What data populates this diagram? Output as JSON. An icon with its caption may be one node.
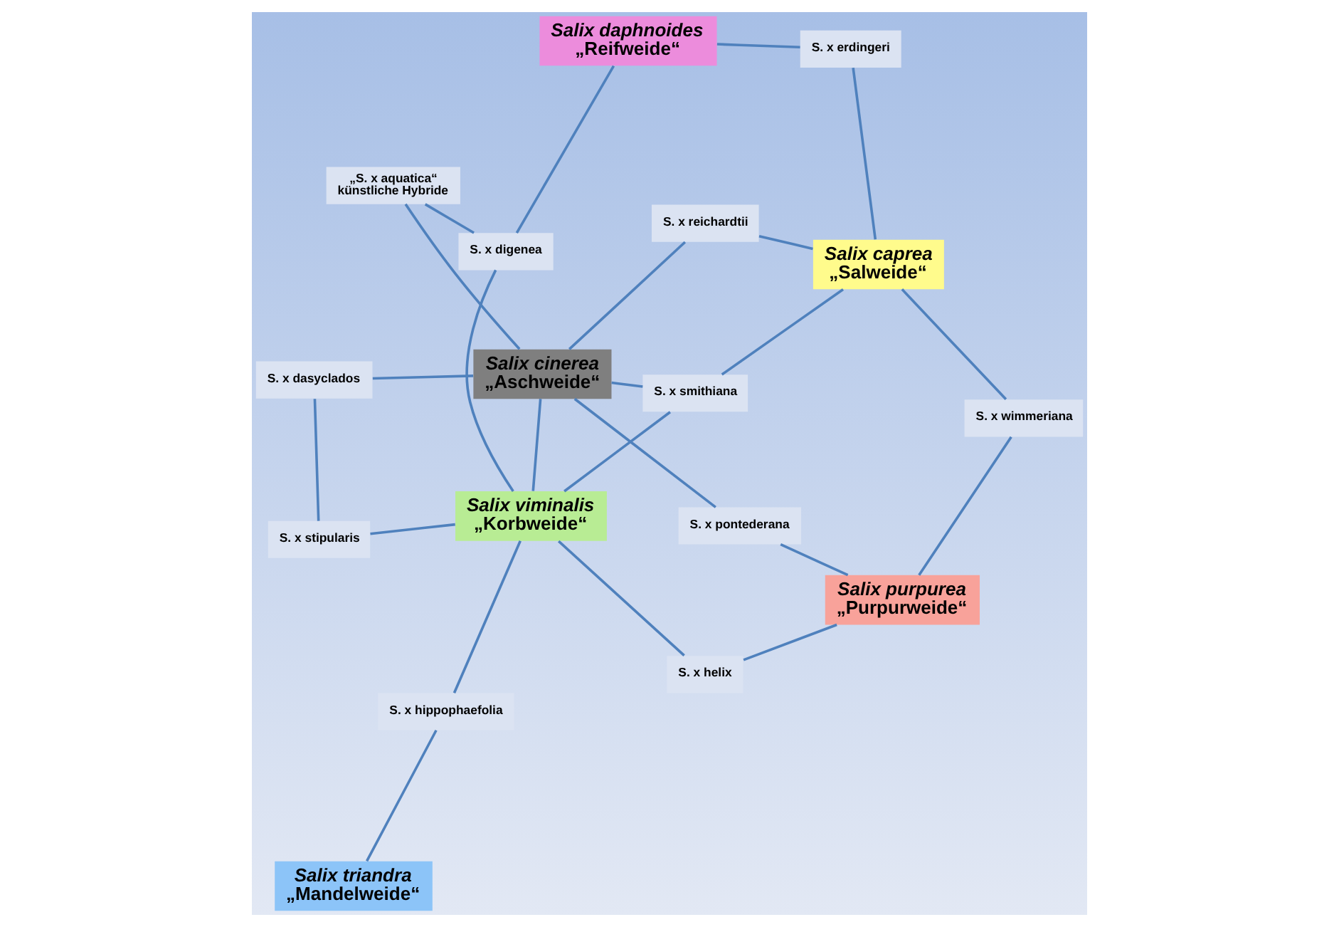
{
  "diagram": {
    "nodes": [
      {
        "text": [
          "Salix purpurea",
          "„Purpurweide“"
        ]
      },
      {
        "text": [
          "S. x helix"
        ]
      },
      {
        "text": [
          "S. x pontederana"
        ]
      },
      {
        "text": [
          "Salix cinerea",
          "„Aschweide“"
        ]
      },
      {
        "text": [
          "Salix viminalis",
          "„Korbweide“"
        ]
      },
      {
        "text": [
          "S. x stipularis"
        ]
      },
      {
        "text": [
          "S. x reichardtii"
        ]
      },
      {
        "text": [
          "S. x dasyclados"
        ]
      },
      {
        "text": [
          "S. x hippophaefolia"
        ]
      },
      {
        "text": [
          "S. x smithiana"
        ]
      },
      {
        "text": [
          "S. x wimmeriana"
        ]
      },
      {
        "text": [
          "„S. x aquatica“",
          "künstliche Hybride"
        ]
      },
      {
        "text": [
          "Salix caprea",
          "„Salweide“"
        ]
      },
      {
        "text": [
          "Salix triandra",
          "„Mandelweide“"
        ]
      },
      {
        "text": [
          "S. x digenea"
        ]
      },
      {
        "text": [
          "S. x erdingeri"
        ]
      },
      {
        "text": [
          "Salix daphnoides",
          "„Reifweide“"
        ]
      }
    ],
    "edges": [
      {
        "from": 4,
        "to": 1,
        "arrow": "none"
      },
      {
        "from": 1,
        "to": 0,
        "arrow": "none"
      },
      {
        "from": 0,
        "to": 2,
        "arrow": "none"
      },
      {
        "from": 2,
        "to": 3,
        "arrow": "none"
      },
      {
        "from": 4,
        "to": 3,
        "arrow": "none"
      },
      {
        "from": 4,
        "to": 5,
        "arrow": "none"
      },
      {
        "from": 5,
        "to": 7,
        "arrow": "none"
      },
      {
        "from": 7,
        "to": 3,
        "arrow": "none"
      },
      {
        "from": 4,
        "to": 9,
        "arrow": "none"
      },
      {
        "from": 9,
        "to": 3,
        "arrow": "none"
      },
      {
        "from": 9,
        "to": 12,
        "arrow": "none"
      },
      {
        "from": 0,
        "to": 10,
        "arrow": "none"
      },
      {
        "from": 10,
        "to": 12,
        "arrow": "none"
      },
      {
        "from": 3,
        "to": 6,
        "arrow": "none"
      },
      {
        "from": 6,
        "to": 12,
        "arrow": "none"
      },
      {
        "from": 4,
        "to": 8,
        "arrow": "none"
      },
      {
        "from": 8,
        "to": 13,
        "arrow": "none"
      },
      {
        "from": 4,
        "to": 14,
        "arrow": "none"
      },
      {
        "from": 14,
        "to": 16,
        "arrow": "none"
      },
      {
        "from": 3,
        "to": 11,
        "arrow": "none"
      },
      {
        "from": 11,
        "to": 14,
        "arrow": "none"
      },
      {
        "from": 16,
        "to": 15,
        "arrow": "none"
      },
      {
        "from": 15,
        "to": 12,
        "arrow": "none"
      }
    ]
  }
}
